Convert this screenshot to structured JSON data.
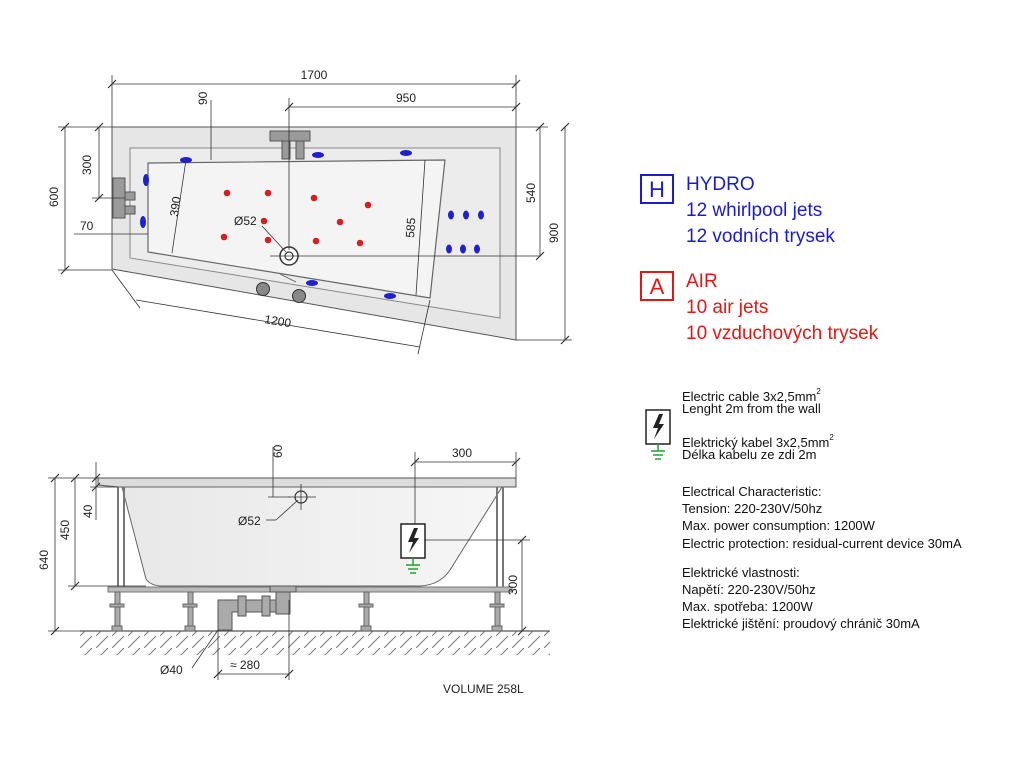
{
  "top_view": {
    "dims": {
      "width_total": "1700",
      "offset_90": "90",
      "width_950": "950",
      "height_600": "600",
      "height_300": "300",
      "offset_70": "70",
      "depth_390": "390",
      "drain_diameter": "Ø52",
      "depth_585": "585",
      "height_540": "540",
      "height_900": "900",
      "bottom_1200": "1200"
    }
  },
  "side_view": {
    "dims": {
      "offset_60": "60",
      "width_300": "300",
      "height_40": "40",
      "height_450": "450",
      "height_640": "640",
      "drain_diameter": "Ø52",
      "height_300": "300",
      "pipe_diameter": "Ø40",
      "approx_280": "≈ 280"
    },
    "volume": "VOLUME 258L"
  },
  "legend": {
    "hydro": {
      "badge": "H",
      "title": "HYDRO",
      "line1": "12 whirlpool jets",
      "line2": "12 vodních trysek"
    },
    "air": {
      "badge": "A",
      "title": "AIR",
      "line1": "10 air jets",
      "line2": "10 vzduchových trysek"
    }
  },
  "specs": {
    "cable_en": "Electric cable 3x2,5mm",
    "cable_en_sup": "2",
    "length_en": "Lenght 2m from the wall",
    "cable_cz": "Elektrický kabel 3x2,5mm",
    "cable_cz_sup": "2",
    "length_cz": "Délka kabelu ze zdi 2m",
    "char_en_title": "Electrical Characteristic:",
    "char_en_tension": "Tension: 220-230V/50hz",
    "char_en_power": "Max. power consumption: 1200W",
    "char_en_protection": "Electric protection: residual-current device 30mA",
    "char_cz_title": "Elektrické vlastnosti:",
    "char_cz_tension": "Napětí: 220-230V/50hz",
    "char_cz_power": "Max. spotřeba: 1200W",
    "char_cz_protection": "Elektrické jištění: proudový chránič 30mA"
  },
  "colors": {
    "hydro_blue": "#1c1cc8",
    "air_red": "#e01818",
    "jet_blue": "#2020cc",
    "jet_red": "#d42020",
    "ground_green": "#22a030"
  },
  "icons": {
    "electric": "lightning-bolt-icon",
    "ground": "ground-symbol-icon"
  }
}
